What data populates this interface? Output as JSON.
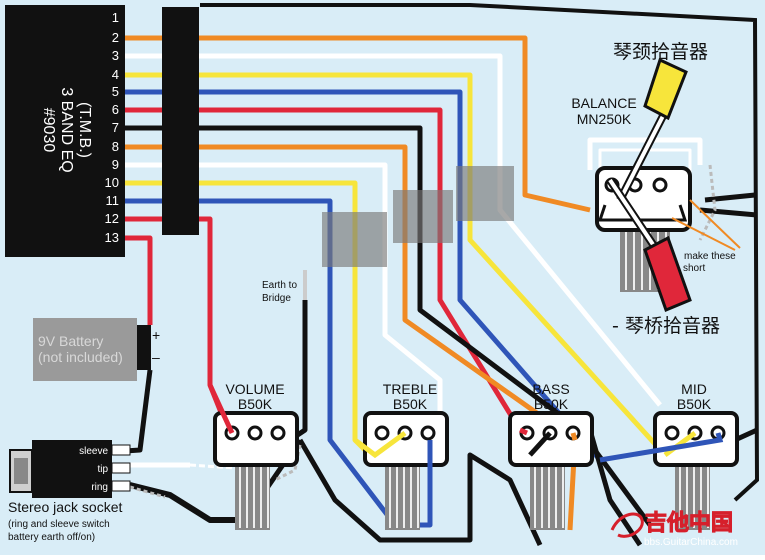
{
  "eq_module": {
    "line1": "#9030",
    "line2": "3 BAND EQ",
    "line3": "(T.M.B.)",
    "pins": [
      "1",
      "2",
      "3",
      "4",
      "5",
      "6",
      "7",
      "8",
      "9",
      "10",
      "11",
      "12",
      "13"
    ]
  },
  "pickups": {
    "neck_label": "琴颈拾音器",
    "bridge_label": "琴桥拾音器",
    "bridge_prefix": "-"
  },
  "balance": {
    "name": "BALANCE",
    "value": "MN250K"
  },
  "make_short": {
    "line1": "make these",
    "line2": "short"
  },
  "earth_to_bridge": {
    "line1": "Earth to",
    "line2": "Bridge"
  },
  "battery": {
    "line1": "9V Battery",
    "line2": "(not included)",
    "plus": "+",
    "minus": "–"
  },
  "pots": [
    {
      "name": "VOLUME",
      "value": "B50K"
    },
    {
      "name": "TREBLE",
      "value": "B50K"
    },
    {
      "name": "BASS",
      "value": "B50K"
    },
    {
      "name": "MID",
      "value": "B50K"
    }
  ],
  "jack": {
    "sleeve": "sleeve",
    "tip": "tip",
    "ring": "ring",
    "title": "Stereo jack socket",
    "note1": "(ring and sleeve switch",
    "note2": "battery earth off/on)"
  },
  "watermark": {
    "cn": "吉他中国",
    "url": "bbs.GuitarChina.com"
  },
  "colors": {
    "background": "#d9edf7",
    "orange": "#f08a24",
    "yellow": "#f7e53b",
    "blue": "#2f55b8",
    "red": "#e0273a",
    "white": "#ffffff",
    "black": "#111111"
  }
}
